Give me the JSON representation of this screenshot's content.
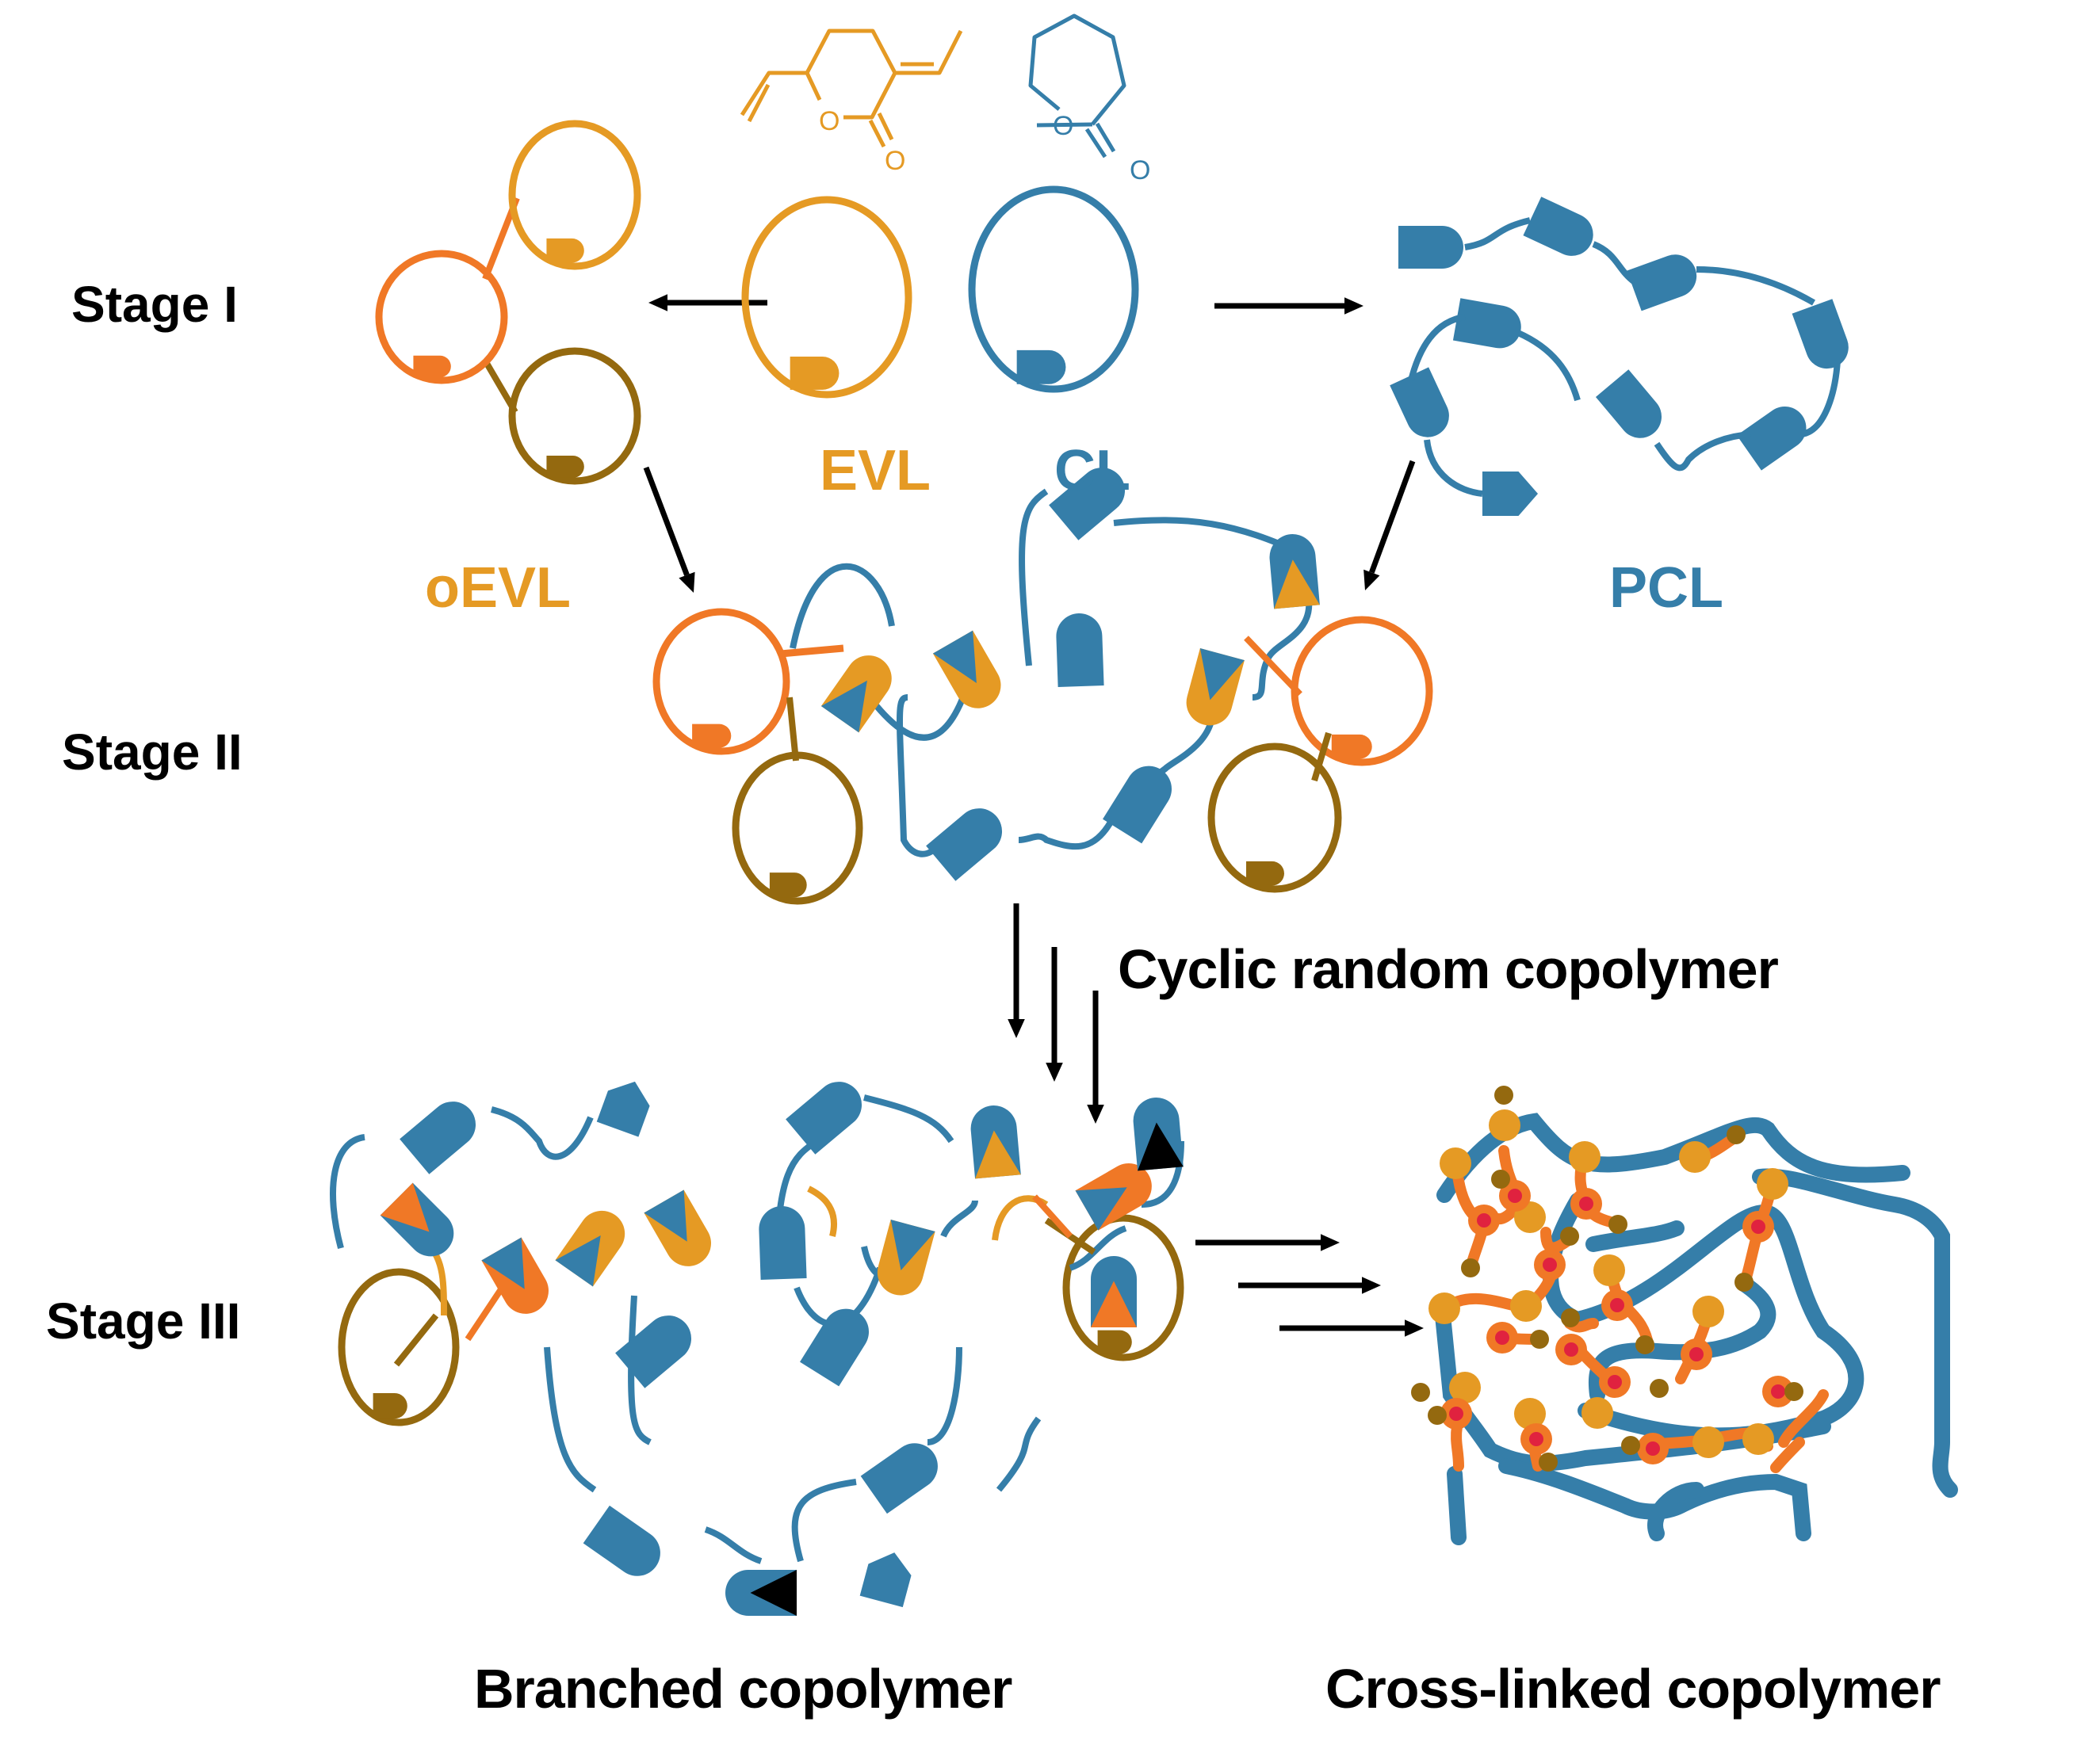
{
  "colors": {
    "blue": "#357EA9",
    "amber": "#E59A24",
    "orange": "#F07826",
    "brown": "#94690F",
    "red": "#E0223F",
    "black": "#000000",
    "text": "#000000"
  },
  "stages": [
    {
      "label": "Stage I"
    },
    {
      "label": "Stage II"
    },
    {
      "label": "Stage III"
    }
  ],
  "monomers": {
    "evl": {
      "label": "EVL",
      "structure_atoms": [
        "O",
        "O"
      ]
    },
    "cl": {
      "label": "CL",
      "structure_atoms": [
        "O",
        "O"
      ]
    }
  },
  "products": {
    "oevl": {
      "label": "oEVL"
    },
    "pcl": {
      "label": "PCL"
    }
  },
  "captions": {
    "cyclic": "Cyclic random copolymer",
    "branched": "Branched copolymer",
    "crosslinked": "Cross-linked copolymer"
  },
  "legend_semantics": {
    "amber_ring": "EVL monomer / EVL segment",
    "blue_ring": "CL monomer",
    "blue_units": "CL repeat units",
    "orange_ring": "oEVL central ring",
    "brown_ring": "oEVL pendant ring",
    "black_end": "chain end group",
    "red_dot": "cross-link point"
  }
}
